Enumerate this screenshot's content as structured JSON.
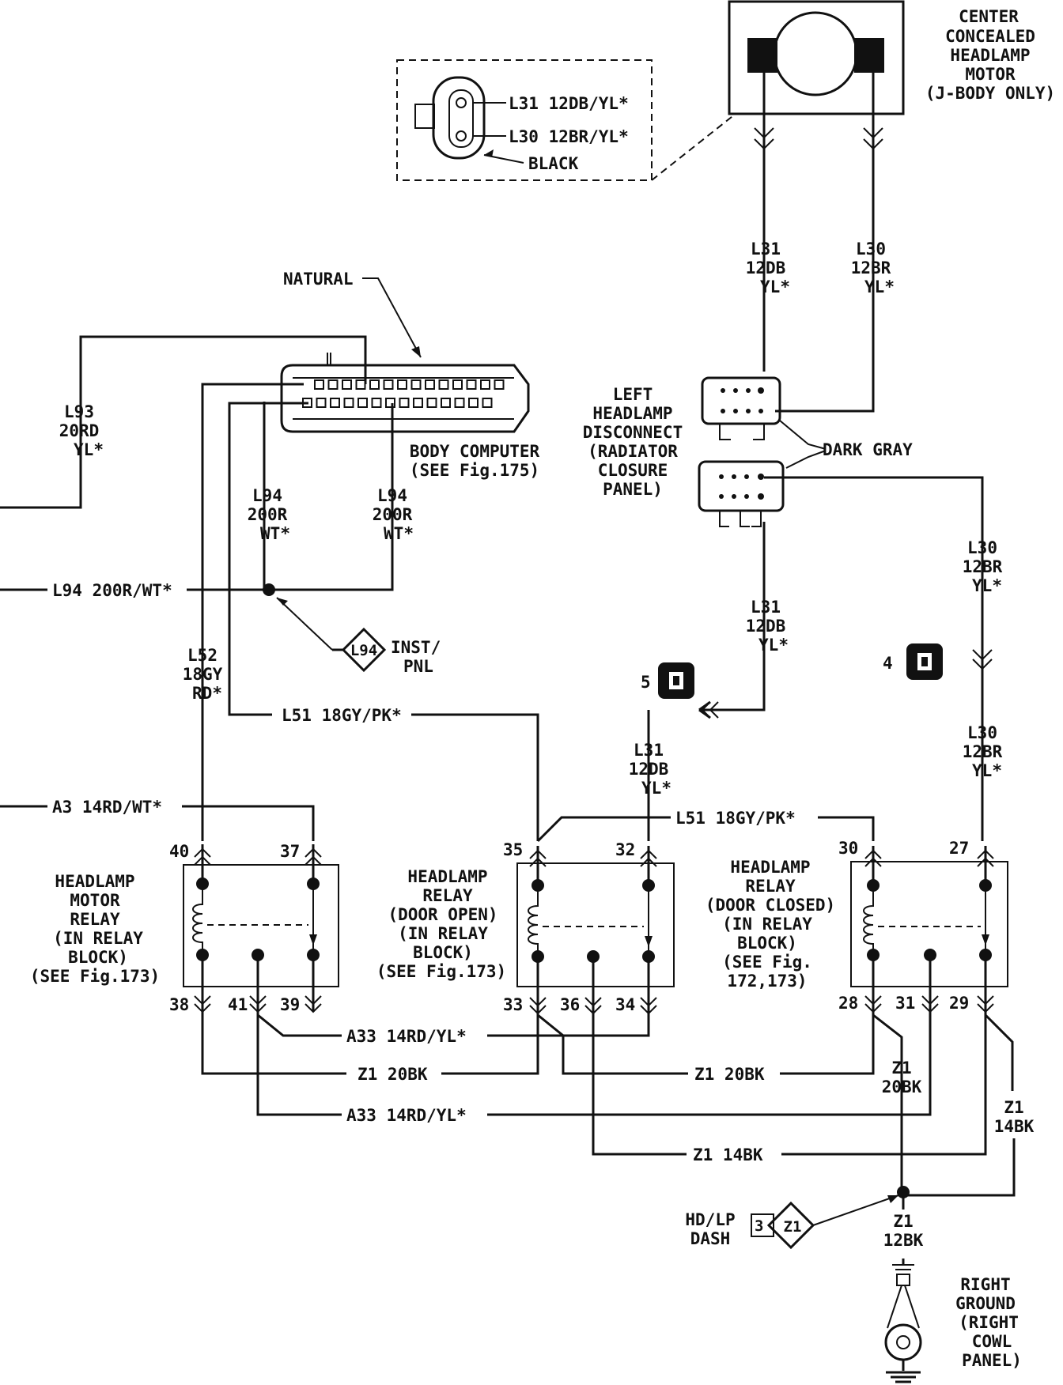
{
  "components": {
    "center_motor": [
      "CENTER",
      "CONCEALED",
      "HEADLAMP",
      "MOTOR",
      "(J-BODY ONLY)"
    ],
    "inset_l31": "L31 12DB/YL*",
    "inset_l30": "L30 12BR/YL*",
    "inset_black": "BLACK",
    "natural": "NATURAL",
    "body_computer": [
      "BODY COMPUTER",
      "(SEE Fig.175)"
    ],
    "left_disconnect": [
      "LEFT",
      "HEADLAMP",
      "DISCONNECT",
      "(RADIATOR",
      "CLOSURE",
      "PANEL)"
    ],
    "dark_gray": "DARK GRAY",
    "inst_pnl": [
      "INST/",
      "PNL"
    ],
    "inst_pnl_tag": "L94",
    "relay_motor": [
      "HEADLAMP",
      "MOTOR",
      "RELAY",
      "(IN RELAY",
      "BLOCK)",
      "(SEE Fig.173)"
    ],
    "relay_open": [
      "HEADLAMP",
      "RELAY",
      "(DOOR OPEN)",
      "(IN RELAY",
      "BLOCK)",
      "(SEE Fig.173)"
    ],
    "relay_closed": [
      "HEADLAMP",
      "RELAY",
      "(DOOR CLOSED)",
      "(IN RELAY",
      "BLOCK)",
      "(SEE Fig.",
      "172,173)"
    ],
    "hdlp_dash": [
      "HD/LP",
      "DASH"
    ],
    "hdlp_dash_tag": "Z1",
    "hdlp_dash_num": "3",
    "right_ground": [
      "RIGHT",
      "GROUND",
      "(RIGHT",
      "COWL",
      "PANEL)"
    ],
    "conn_5": "5",
    "conn_4": "4"
  },
  "wires": {
    "l31_top": [
      "L31",
      "12DB",
      "YL*"
    ],
    "l30_top": [
      "L30",
      "12BR",
      "YL*"
    ],
    "l93": [
      "L93",
      "20RD",
      "YL*"
    ],
    "l94_left": [
      "L94",
      "200R",
      "WT*"
    ],
    "l94_right": [
      "L94",
      "200R",
      "WT*"
    ],
    "l94_horiz": "L94 200R/WT*",
    "l52": [
      "L52",
      "18GY",
      "RD*"
    ],
    "l51_left": "L51 18GY/PK*",
    "l51_right": "L51 18GY/PK*",
    "l31_mid": [
      "L31",
      "12DB",
      "YL*"
    ],
    "l31_low": [
      "L31",
      "12DB",
      "YL*"
    ],
    "l30_mid": [
      "L30",
      "12BR",
      "YL*"
    ],
    "l30_low": [
      "L30",
      "12BR",
      "YL*"
    ],
    "a3": "A3 14RD/WT*",
    "a33_top": "A33 14RD/YL*",
    "a33_bot": "A33 14RD/YL*",
    "z1_20bk_left": "Z1 20BK",
    "z1_20bk_mid": "Z1 20BK",
    "z1_14bk": "Z1 14BK",
    "z1_20bk_right": [
      "Z1",
      "20BK"
    ],
    "z1_14bk_right": [
      "Z1",
      "14BK"
    ],
    "z1_12bk": [
      "Z1",
      "12BK"
    ]
  },
  "pins": {
    "p40": "40",
    "p37": "37",
    "p38": "38",
    "p41": "41",
    "p39": "39",
    "p35": "35",
    "p32": "32",
    "p33": "33",
    "p36": "36",
    "p34": "34",
    "p30": "30",
    "p27": "27",
    "p28": "28",
    "p31": "31",
    "p29": "29"
  }
}
